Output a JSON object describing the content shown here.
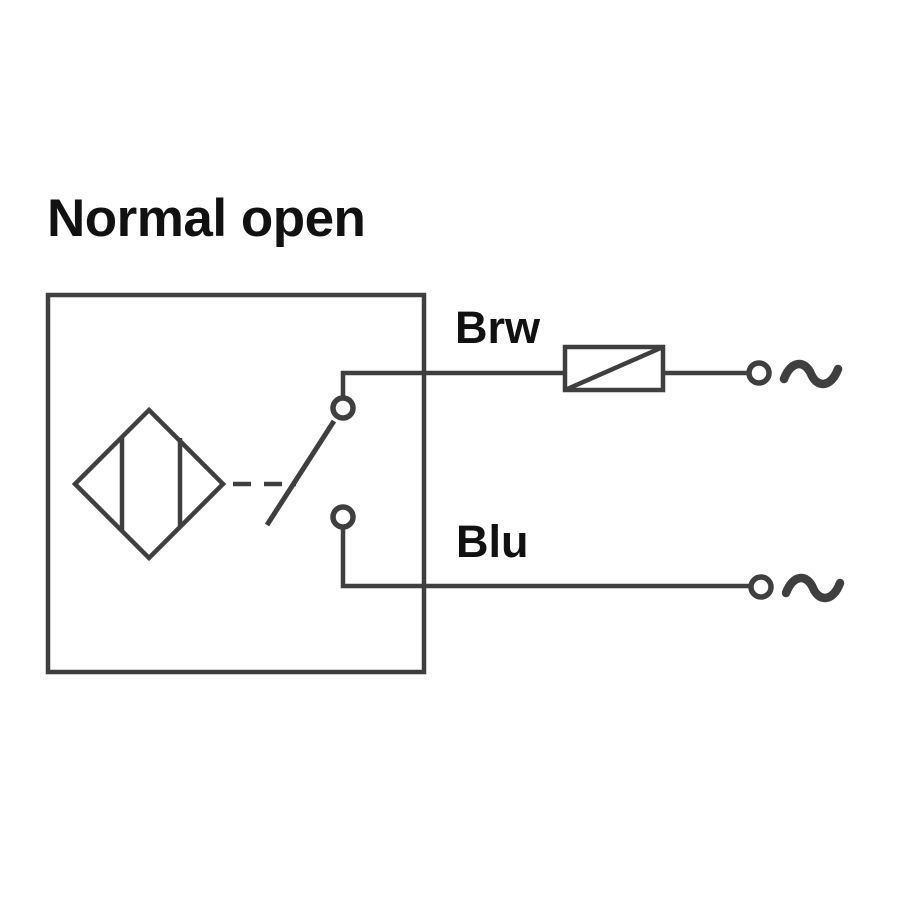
{
  "diagram": {
    "title": "Normal open",
    "wires": {
      "top": {
        "label": "Brw"
      },
      "bottom": {
        "label": "Blu"
      }
    },
    "colors": {
      "line": "#3f3f3f",
      "text": "#111111",
      "background": "#ffffff"
    },
    "icons": {
      "sensor_symbol": "diamond-with-two-vertical-chords",
      "switch_symbol": "normally-open-contact",
      "load_symbol": "rectangle-with-diagonal",
      "supply_symbol": "open-circle-with-ac-tilde"
    }
  }
}
